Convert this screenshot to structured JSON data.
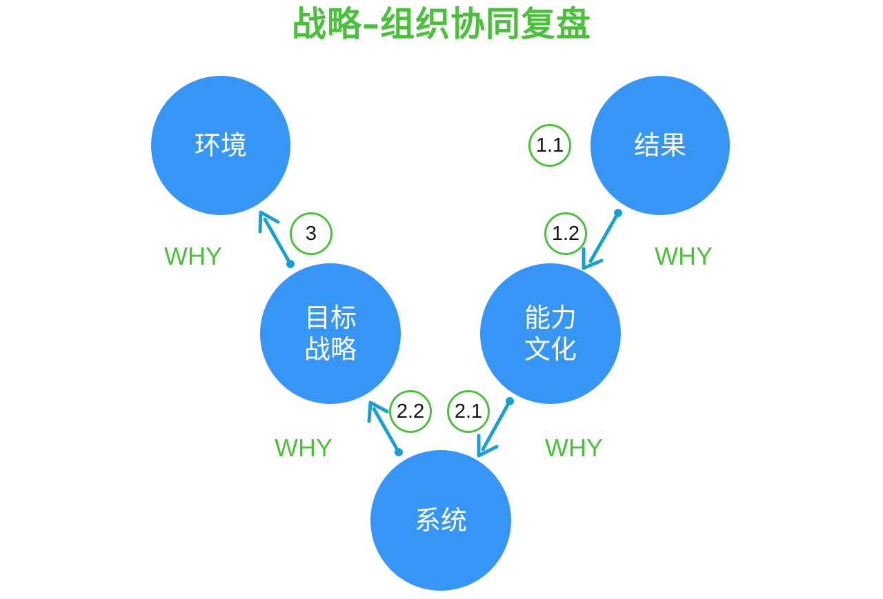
{
  "title": "战略–组织协同复盘",
  "colors": {
    "title": "#4cbf3c",
    "node": "#3796f5",
    "arrow": "#1aa0d0",
    "badge_border": "#4cbf3c",
    "why": "#4cbf3c"
  },
  "nodes": {
    "environment": {
      "lines": [
        "环境"
      ]
    },
    "result": {
      "lines": [
        "结果"
      ]
    },
    "goal_strategy": {
      "lines": [
        "目标",
        "战略"
      ]
    },
    "capability_culture": {
      "lines": [
        "能力",
        "文化"
      ]
    },
    "system": {
      "lines": [
        "系统"
      ]
    }
  },
  "badges": {
    "b11": "1.1",
    "b12": "1.2",
    "b21": "2.1",
    "b22": "2.2",
    "b3": "3"
  },
  "why": {
    "top_left": "WHY",
    "top_right": "WHY",
    "bottom_left": "WHY",
    "bottom_right": "WHY"
  },
  "edges": [
    {
      "from": "result",
      "to": "capability_culture",
      "label": "1.2"
    },
    {
      "from": "capability_culture",
      "to": "system",
      "label": "2.1"
    },
    {
      "from": "system",
      "to": "goal_strategy",
      "label": "2.2"
    },
    {
      "from": "goal_strategy",
      "to": "environment",
      "label": "3"
    }
  ]
}
